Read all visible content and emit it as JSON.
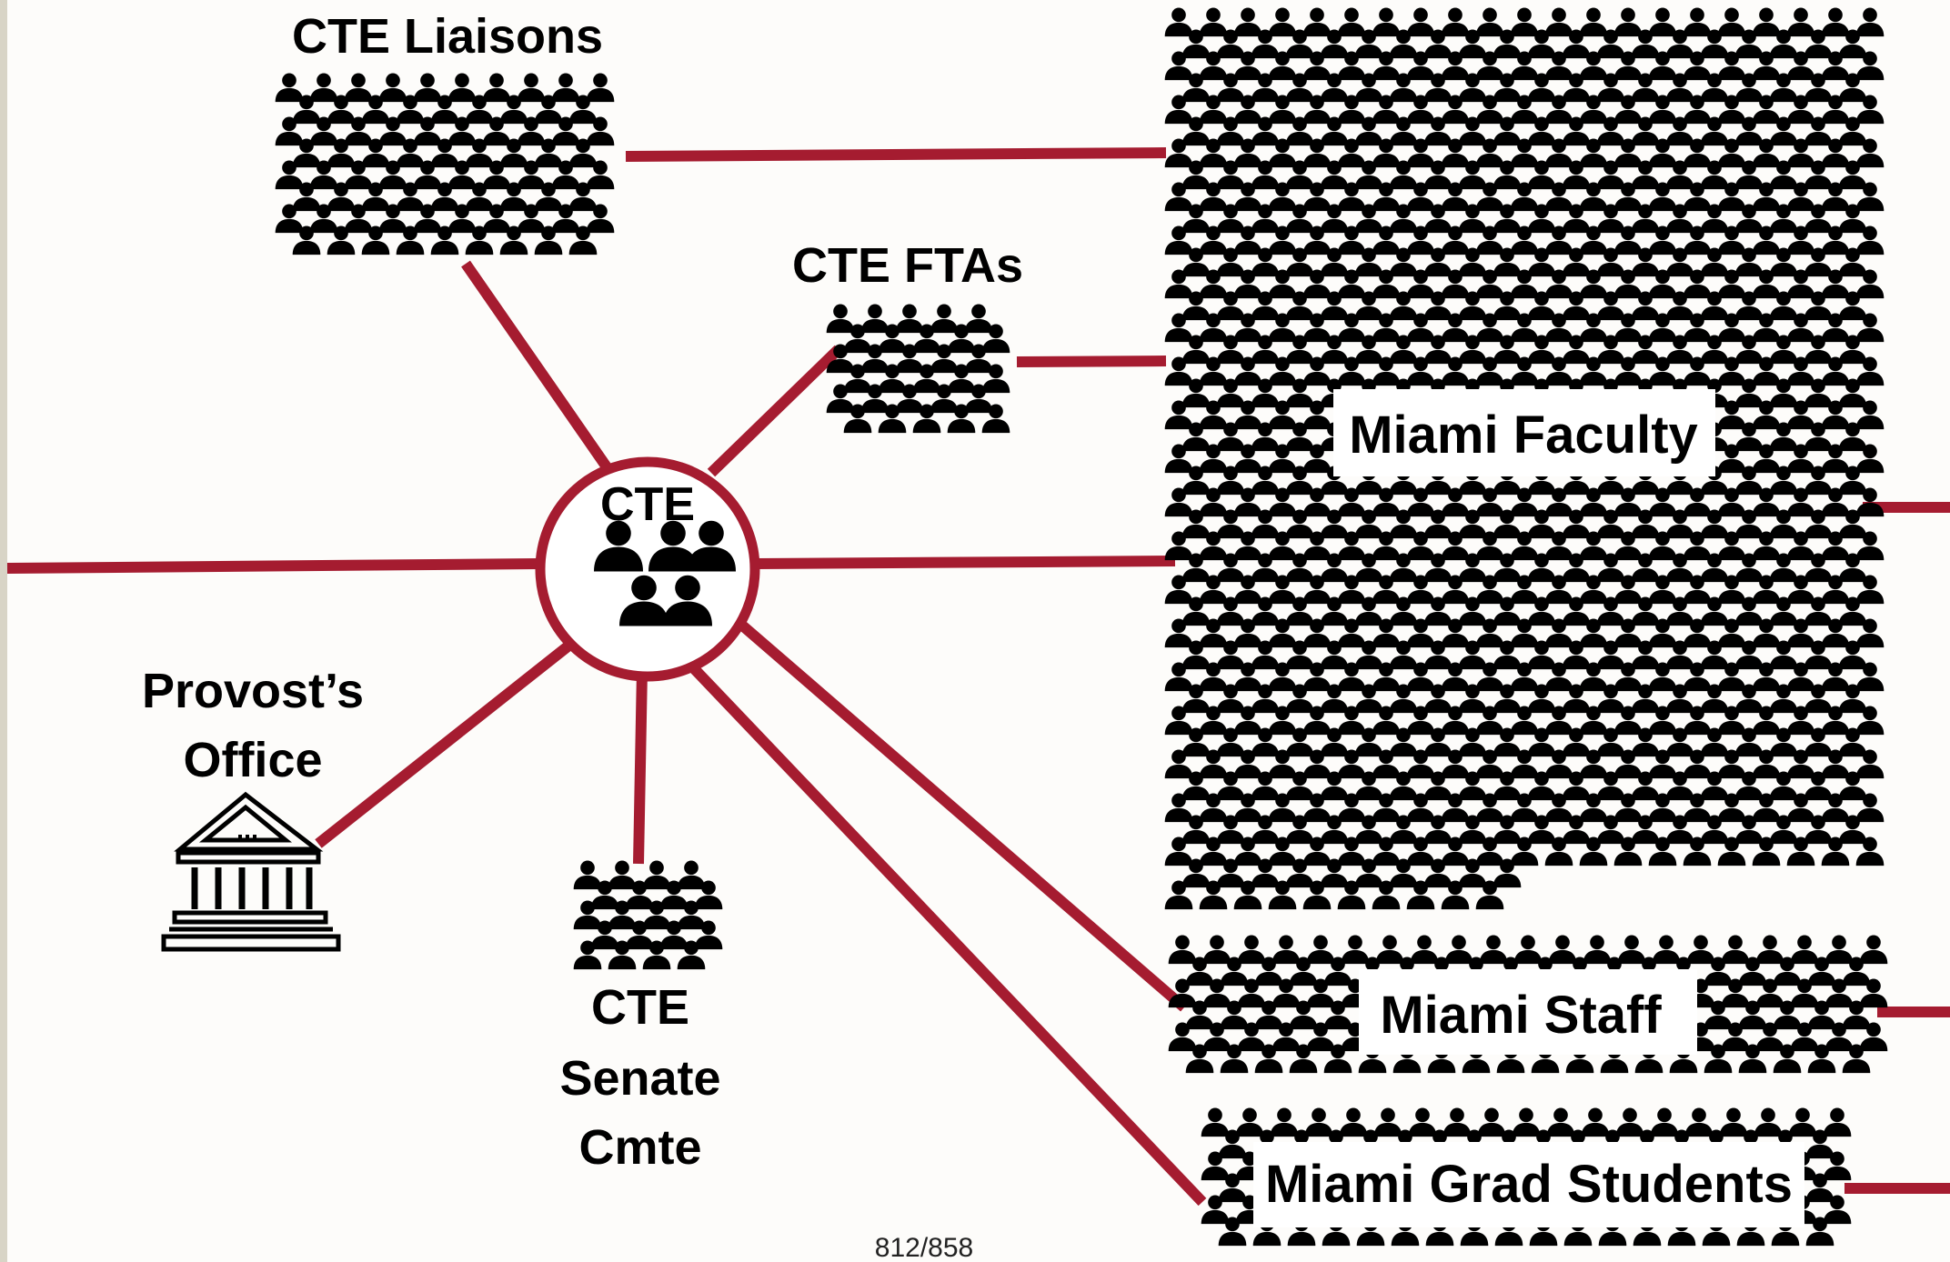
{
  "diagram": {
    "center": {
      "label": "CTE"
    },
    "nodes": {
      "liaisons": "CTE Liaisons",
      "ftas": "CTE FTAs",
      "provost_line1": "Provost’s",
      "provost_line2": "Office",
      "senate_line1": "CTE",
      "senate_line2": "Senate",
      "senate_line3": "Cmte",
      "faculty": "Miami Faculty",
      "staff": "Miami Staff",
      "grad": "Miami Grad Students"
    },
    "page_number": "812/858",
    "colors": {
      "connector": "#a51c30",
      "icon": "#000000",
      "label_box": "#ffffff"
    }
  }
}
